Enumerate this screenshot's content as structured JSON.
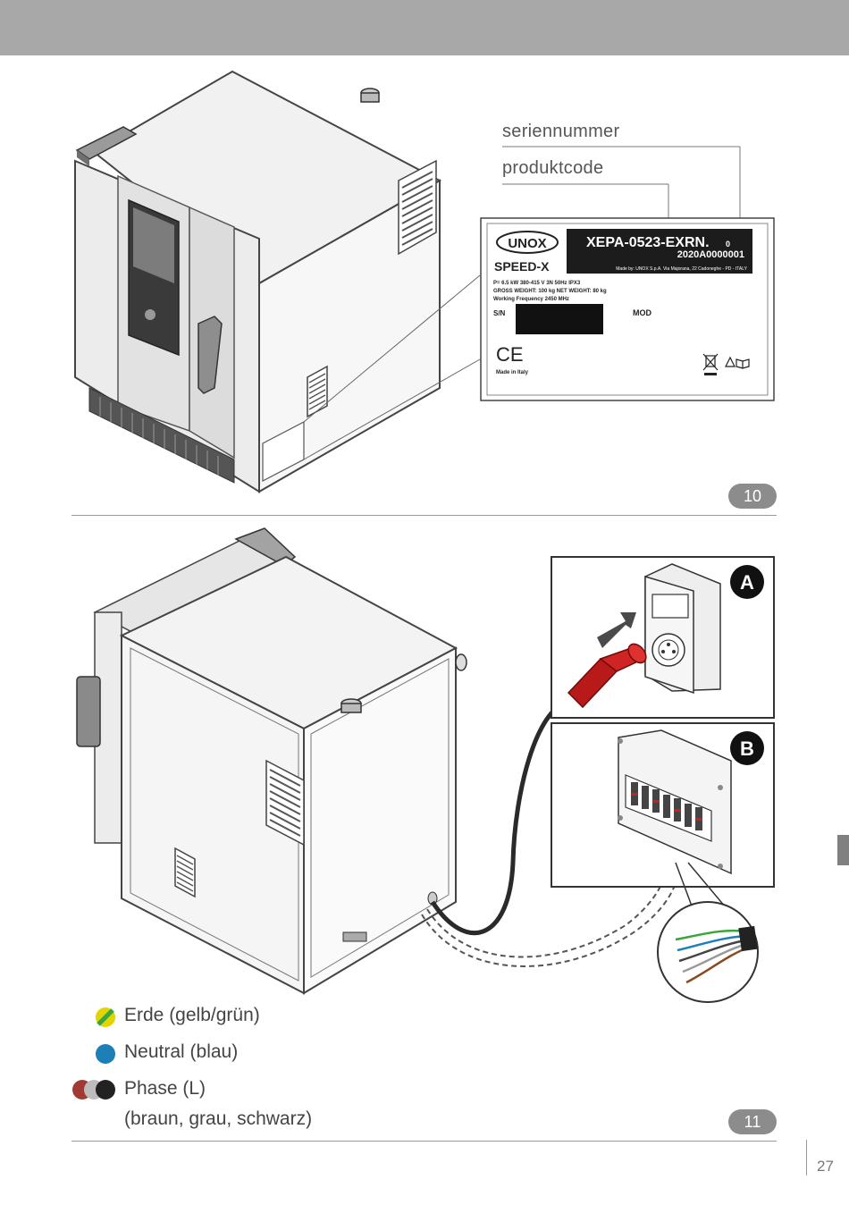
{
  "figure1": {
    "callouts": {
      "serial": "seriennummer",
      "product": "produktcode"
    },
    "badge": "10",
    "label": {
      "brand": "UNOX",
      "model": "SPEED-X",
      "product_code": "XEPA-0523-EXRN.",
      "product_code_suffix": "0",
      "serial_number": "2020A0000001",
      "made_by": "Made by: UNOX S.p.A. Via Majorana, 22 Cadoneghe - PD - ITALY",
      "spec_line1": "P= 6.5 kW 380-415 V 3N 50Hz IPX3",
      "spec_line2": "GROSS WEIGHT: 100 kg NET WEIGHT: 80 kg",
      "spec_line3": "Working Frequency 2450 MHz",
      "sn_label": "S/N",
      "mod_label": "MOD",
      "ce_mark": "CE",
      "made_in": "Made in Italy"
    }
  },
  "figure2": {
    "badge": "11",
    "panel_a": "A",
    "panel_b": "B"
  },
  "legend": {
    "earth": "Erde (gelb/grün)",
    "neutral": "Neutral (blau)",
    "phase": "Phase (L)",
    "phase_colors": "(braun, grau, schwarz)"
  },
  "page_number": "27",
  "colors": {
    "header": "#a8a8a8",
    "earth_yellow": "#e3d400",
    "earth_green": "#3aa53a",
    "neutral_blue": "#1d7fb8",
    "phase_brown": "#a23a33",
    "phase_grey": "#9a9a9a",
    "phase_black": "#222222",
    "plug_red": "#c81e1e"
  }
}
